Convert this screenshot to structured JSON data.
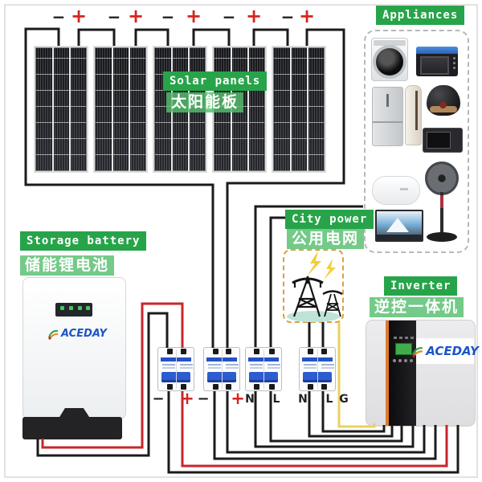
{
  "labels": {
    "solar_en": "Solar panels",
    "solar_zh": "太阳能板",
    "appliances_en": "Appliances",
    "battery_en": "Storage battery",
    "battery_zh": "储能锂电池",
    "city_en": "City power",
    "city_zh": "公用电网",
    "inverter_en": "Inverter",
    "inverter_zh": "逆控一体机"
  },
  "brand": {
    "name": "ACEDAY"
  },
  "terminals": {
    "top": [
      "−",
      "+",
      "−",
      "+",
      "−",
      "+",
      "−",
      "+",
      "−",
      "+"
    ],
    "bottom": [
      "−",
      "+",
      "−",
      "+",
      "N",
      "L",
      "N",
      "L",
      "G"
    ]
  },
  "counts": {
    "solar_panels": 5,
    "circuit_breakers": 4
  },
  "colors": {
    "label_green": "#27a449",
    "label_green_light": "#56be6e",
    "wire_black": "#1b1b1b",
    "wire_red": "#c9252b",
    "wire_yellow": "#ecd05e",
    "city_dash_orange": "#dd9e3f",
    "lcd_green": "#3fae4a",
    "logo_blue": "#1d55c8"
  },
  "appliance_icons": [
    "washing-machine-icon",
    "toaster-oven-icon",
    "refrigerator-icon",
    "air-conditioner-icon",
    "rice-cooker-icon",
    "microwave-icon",
    "water-heater-icon",
    "stand-fan-icon",
    "television-icon"
  ]
}
